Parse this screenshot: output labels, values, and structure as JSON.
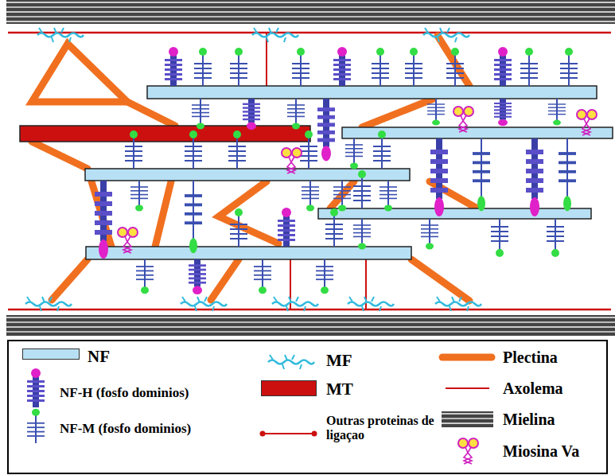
{
  "diagram": {
    "legend": [
      {
        "text": "NF",
        "color": "#b8e0f4"
      },
      {
        "text": "NF-H (fosfo dominios)"
      },
      {
        "text": "NF-M (fosfo dominios)"
      },
      {
        "text": "MF"
      },
      {
        "text": "MT",
        "color": "#cc1010"
      },
      {
        "text": "Outras proteinas de ligaçao"
      },
      {
        "text": "Plectina"
      },
      {
        "text": "Axolema"
      },
      {
        "text": "Mielina"
      },
      {
        "text": "Miosina Va"
      }
    ]
  }
}
